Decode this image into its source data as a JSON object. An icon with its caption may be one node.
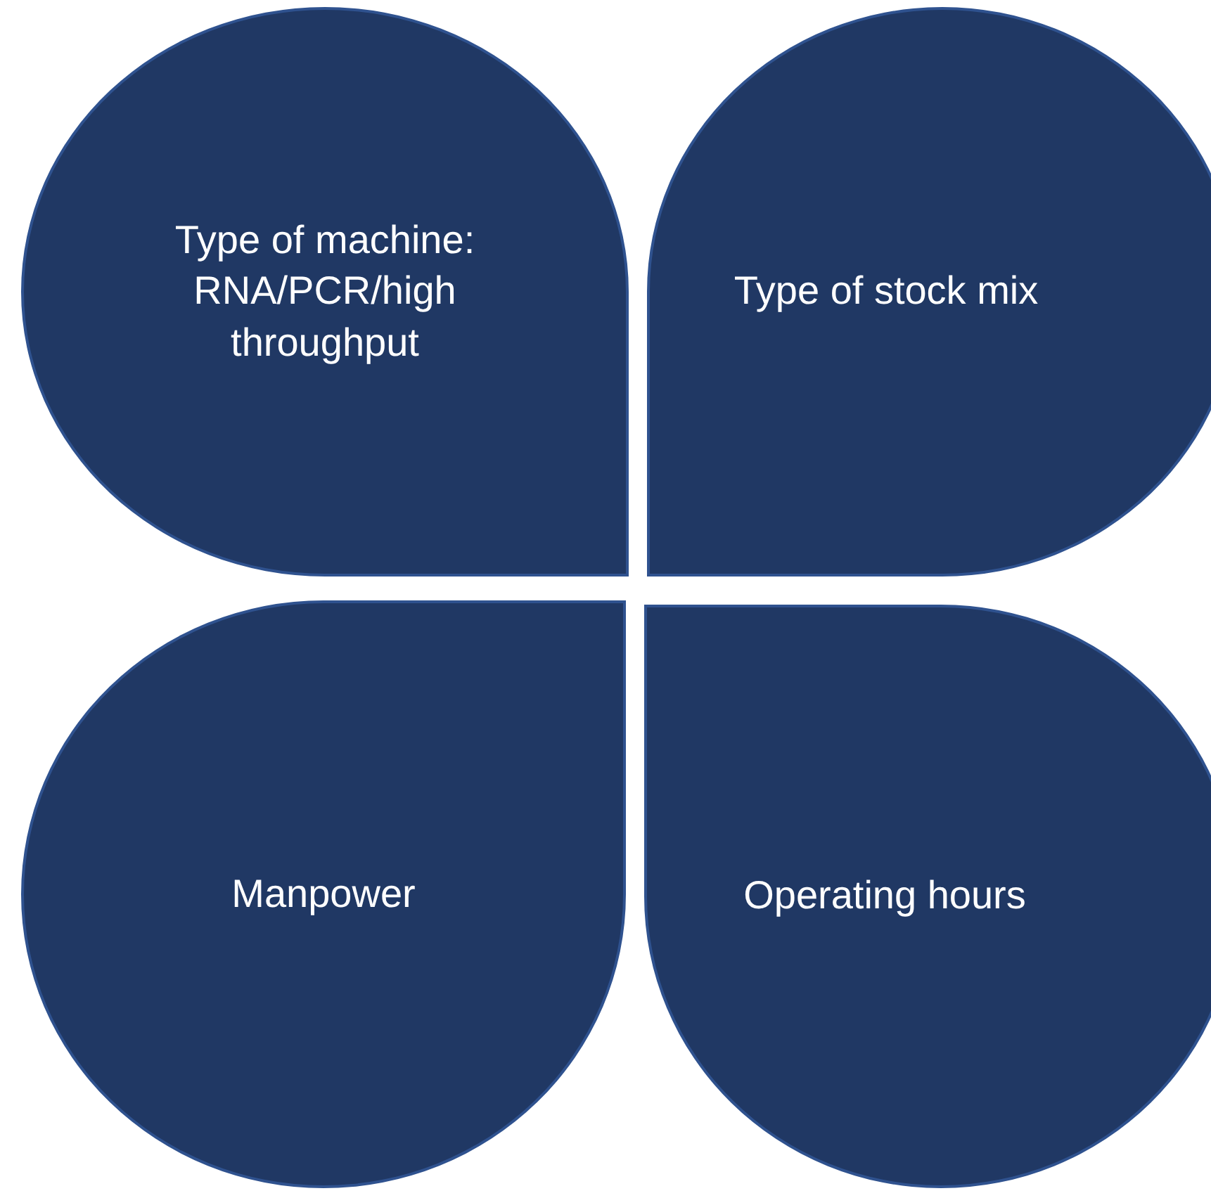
{
  "diagram": {
    "nodes": [
      {
        "text": [
          "Type of machine: RNA/PCR/high throughput"
        ]
      },
      {
        "text": [
          "Type of stock mix"
        ]
      },
      {
        "text": [
          "Manpower"
        ]
      },
      {
        "text": [
          "Operating hours"
        ]
      }
    ]
  }
}
